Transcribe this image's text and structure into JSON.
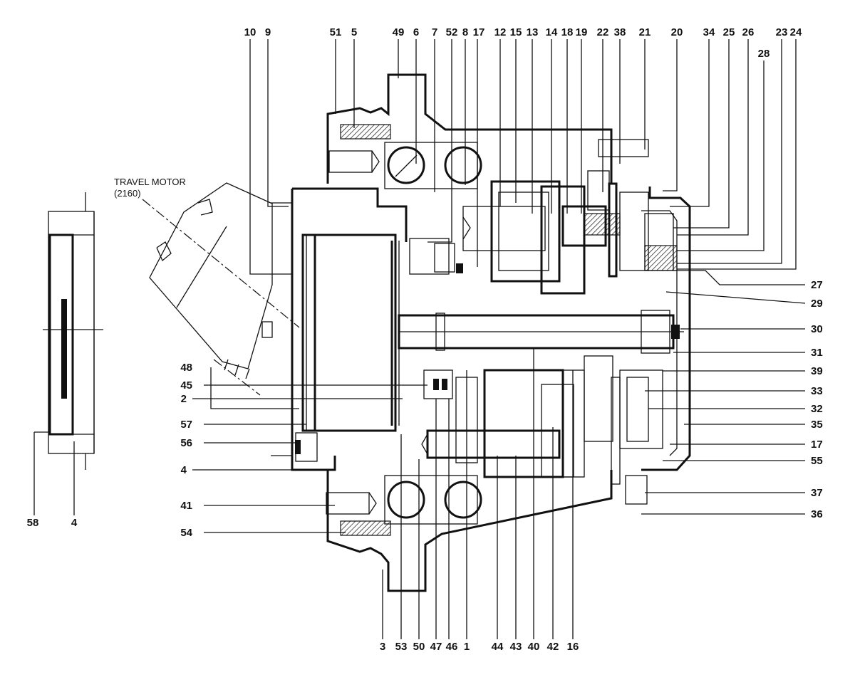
{
  "motor_caption": [
    "TRAVEL MOTOR",
    "(2160)"
  ],
  "callouts": {
    "top": [
      "10",
      "9",
      "51",
      "5",
      "49",
      "6",
      "7",
      "52",
      "8",
      "17",
      "12",
      "15",
      "13",
      "14",
      "18",
      "19",
      "22",
      "38",
      "21",
      "20",
      "34",
      "25",
      "26",
      "23",
      "24",
      "28"
    ],
    "right": [
      "27",
      "29",
      "30",
      "31",
      "39",
      "33",
      "32",
      "35",
      "17",
      "55",
      "37",
      "36"
    ],
    "left": [
      "48",
      "45",
      "2",
      "57",
      "56",
      "4",
      "41",
      "54"
    ],
    "bottom": [
      "3",
      "53",
      "50",
      "47",
      "46",
      "1",
      "44",
      "43",
      "40",
      "42",
      "16"
    ],
    "side_view": [
      "58",
      "4"
    ]
  }
}
